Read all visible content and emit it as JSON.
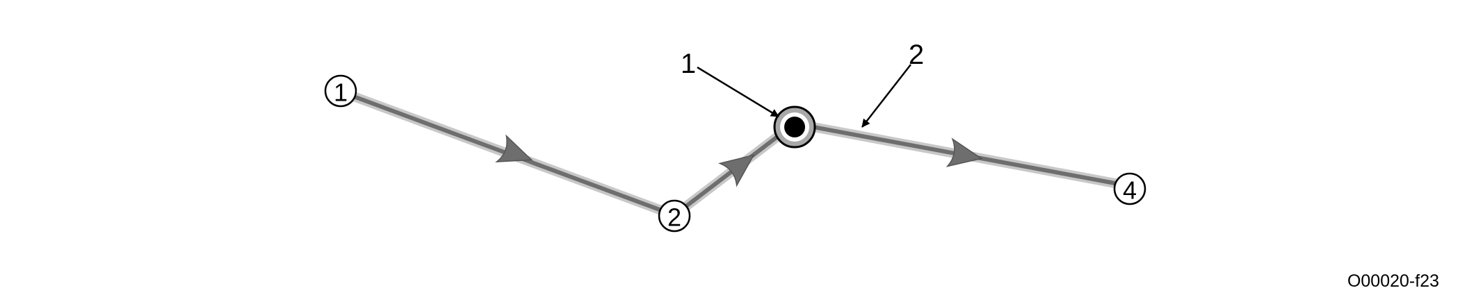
{
  "diagram": {
    "nodes": [
      {
        "id": "n1",
        "label": "1"
      },
      {
        "id": "n2",
        "label": "2"
      },
      {
        "id": "n4",
        "label": "4"
      }
    ],
    "callouts": [
      {
        "id": "c1",
        "label": "1"
      },
      {
        "id": "c2",
        "label": "2"
      }
    ],
    "colors": {
      "path_outer": "#c8c8c8",
      "path_inner": "#6e6e6e",
      "arrow_fill": "#6e6e6e",
      "marker_ring": "#a8a8a8",
      "marker_dot": "#000000"
    }
  },
  "figure_id": "O00020-f23"
}
